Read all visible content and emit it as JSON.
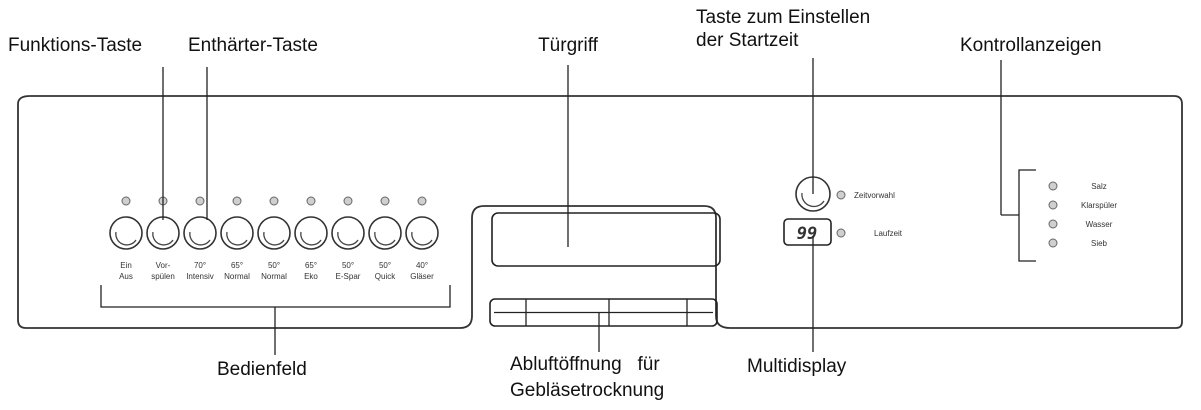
{
  "callouts": {
    "function_key": "Funktions-Taste",
    "softener_key": "Enthärter-Taste",
    "door_handle": "Türgriff",
    "start_time_key_line1": "Taste zum Einstellen",
    "start_time_key_line2": "der Startzeit",
    "indicators": "Kontrollanzeigen",
    "control_panel": "Bedienfeld",
    "vent_line1": "Abluftöffnung   für",
    "vent_line2": "Gebläsetrocknung",
    "multidisplay": "Multidisplay"
  },
  "programs": [
    {
      "line1": "Ein",
      "line2": "Aus"
    },
    {
      "line1": "Vor-",
      "line2": "spülen"
    },
    {
      "line1": "70°",
      "line2": "Intensiv"
    },
    {
      "line1": "65°",
      "line2": "Normal"
    },
    {
      "line1": "50°",
      "line2": "Normal"
    },
    {
      "line1": "65°",
      "line2": "Eko"
    },
    {
      "line1": "50°",
      "line2": "E-Spar"
    },
    {
      "line1": "50°",
      "line2": "Quick"
    },
    {
      "line1": "40°",
      "line2": "Gläser"
    }
  ],
  "timer": {
    "preset_label": "Zeitvorwahl",
    "runtime_label": "Laufzeit",
    "display_value": "99"
  },
  "indicator_lights": [
    "Salz",
    "Klarspüler",
    "Wasser",
    "Sieb"
  ]
}
